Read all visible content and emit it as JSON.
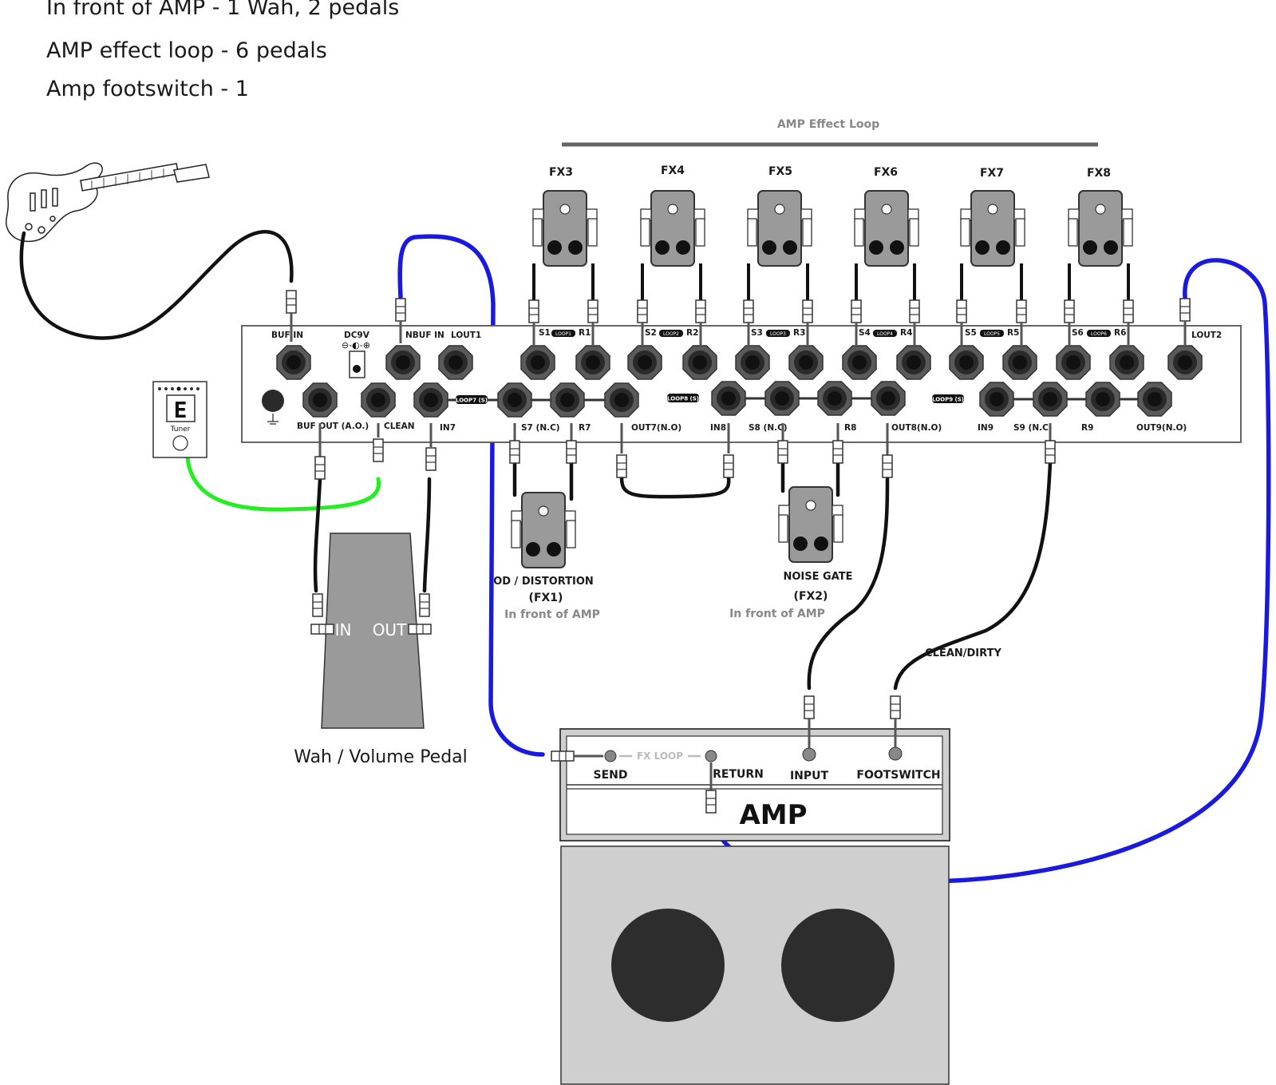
{
  "notes": [
    "In front of AMP  -   1 Wah, 2 pedals",
    "AMP effect loop  -  6 pedals",
    "Amp footswitch - 1"
  ],
  "loop_title": "AMP Effect Loop",
  "fx_top": [
    "FX3",
    "FX4",
    "FX5",
    "FX6",
    "FX7",
    "FX8"
  ],
  "switcher": {
    "top_jacks": [
      "BUF IN",
      "DC9V",
      "NBUF IN",
      "LOUT1",
      "LOUT2"
    ],
    "send_return": [
      "S1",
      "R1",
      "S2",
      "R2",
      "S3",
      "R3",
      "S4",
      "R4",
      "S5",
      "R5",
      "S6",
      "R6"
    ],
    "loop_tags_top": [
      "LOOP1",
      "LOOP2",
      "LOOP3",
      "LOOP4",
      "LOOP5",
      "LOOP6"
    ],
    "bottom_jacks": [
      "BUF OUT (A.O.)",
      "CLEAN",
      "IN7",
      "S7 (N.C)",
      "R7",
      "OUT7(N.O)",
      "IN8",
      "S8 (N.C)",
      "R8",
      "OUT8(N.O)",
      "IN9",
      "S9 (N.C)",
      "R9",
      "OUT9(N.O)"
    ],
    "loop_tags_bottom": [
      "LOOP7 (S)",
      "LOOP8 (S)",
      "LOOP9 (S)"
    ]
  },
  "tuner": {
    "label": "Tuner",
    "display": "E"
  },
  "fx1": {
    "name": "OD / DISTORTION",
    "tag": "(FX1)",
    "note": "In front of AMP"
  },
  "fx2": {
    "name": "NOISE GATE",
    "tag": "(FX2)",
    "note": "In front of AMP"
  },
  "wah": {
    "in": "IN",
    "out": "OUT",
    "caption": "Wah / Volume Pedal"
  },
  "clean_dirty": "CLEAN/DIRTY",
  "amp": {
    "send": "SEND",
    "fx_loop": "FX LOOP",
    "return": "RETURN",
    "input": "INPUT",
    "footswitch": "FOOTSWITCH",
    "title": "AMP"
  },
  "colors": {
    "blue_cable": "#1a1adf",
    "green_cable": "#22ee22",
    "black_cable": "#111111",
    "pedal": "#9a9a9a",
    "cabinet": "#cfcfcf",
    "speaker": "#2d2d2d"
  }
}
